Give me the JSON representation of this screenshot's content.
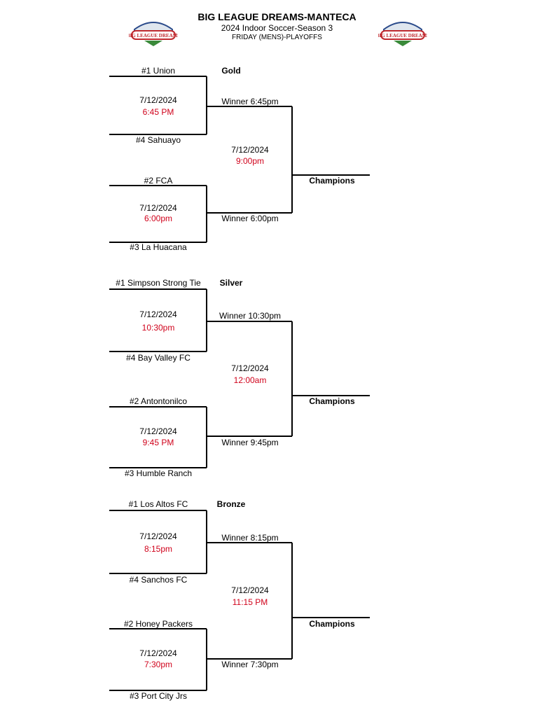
{
  "header": {
    "title": "BIG LEAGUE DREAMS-MANTECA",
    "subtitle": "2024 Indoor Soccer-Season 3",
    "division": "FRIDAY (MENS)-PLAYOFFS",
    "logo_text": "BIG LEAGUE DREAMS"
  },
  "colors": {
    "time": "#d0021b"
  },
  "brackets": [
    {
      "name": "Gold",
      "champions": "Champions",
      "game1": {
        "top": "#1 Union",
        "bottom": "#4 Sahuayo",
        "date": "7/12/2024",
        "time": "6:45 PM"
      },
      "game2": {
        "top": "#2 FCA",
        "bottom": "#3 La Huacana",
        "date": "7/12/2024",
        "time": "6:00pm"
      },
      "final": {
        "top": "Winner 6:45pm",
        "bottom": "Winner 6:00pm",
        "date": "7/12/2024",
        "time": "9:00pm"
      }
    },
    {
      "name": "Silver",
      "champions": "Champions",
      "game1": {
        "top": "#1 Simpson Strong Tie",
        "bottom": "#4 Bay Valley FC",
        "date": "7/12/2024",
        "time": "10:30pm"
      },
      "game2": {
        "top": "#2 Antontonilco",
        "bottom": "#3 Humble Ranch",
        "date": "7/12/2024",
        "time": "9:45 PM"
      },
      "final": {
        "top": "Winner 10:30pm",
        "bottom": "Winner 9:45pm",
        "date": "7/12/2024",
        "time": "12:00am"
      }
    },
    {
      "name": "Bronze",
      "champions": "Champions",
      "game1": {
        "top": "#1 Los Altos FC",
        "bottom": "#4 Sanchos FC",
        "date": "7/12/2024",
        "time": "8:15pm"
      },
      "game2": {
        "top": "#2 Honey Packers",
        "bottom": "#3 Port City Jrs",
        "date": "7/12/2024",
        "time": "7:30pm"
      },
      "final": {
        "top": "Winner 8:15pm",
        "bottom": "Winner 7:30pm",
        "date": "7/12/2024",
        "time": "11:15 PM"
      }
    }
  ]
}
